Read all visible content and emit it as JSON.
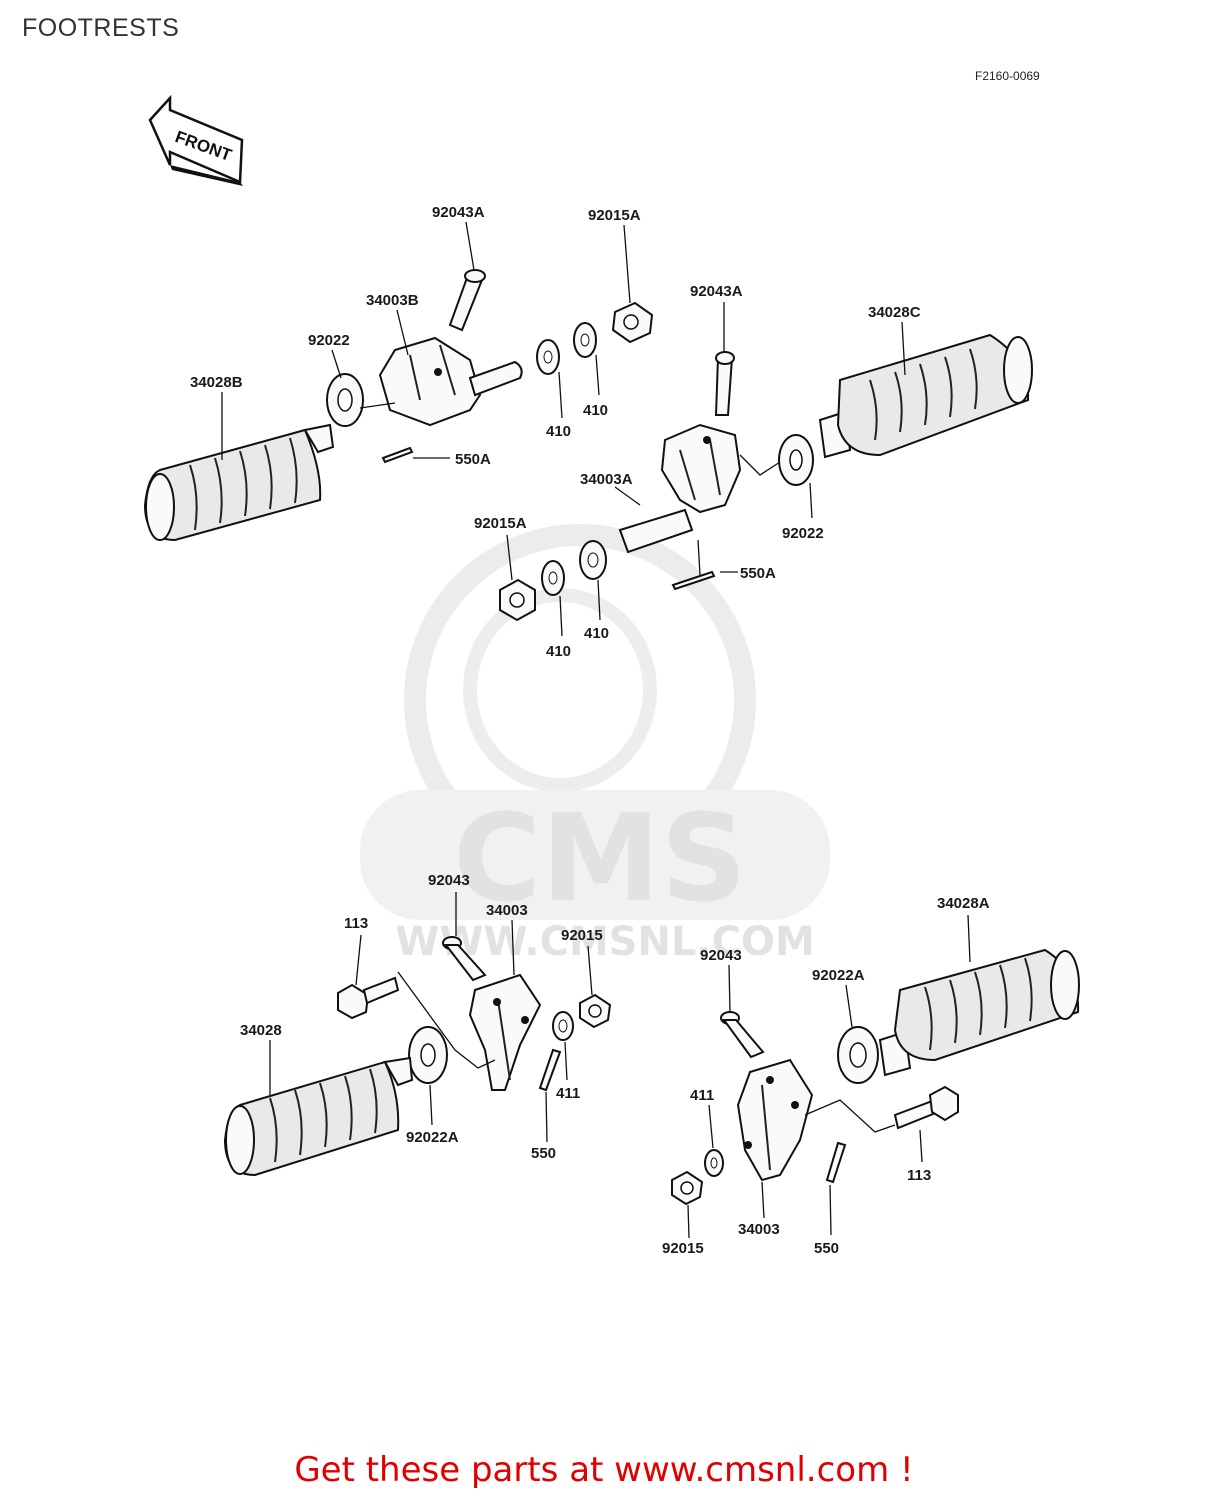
{
  "page_title": "FOOTRESTS",
  "diagram_code": "F2160-0069",
  "front_label": "FRONT",
  "watermark": {
    "brand": "CMS",
    "url": "WWW.CMSNL.COM"
  },
  "callouts": {
    "top_left_pin": "92043A",
    "top_nut": "92015A",
    "top_right_pin": "92043A",
    "top_left_bracket": "34003B",
    "top_right_peg": "34028C",
    "top_left_washer": "92022",
    "top_left_peg": "34028B",
    "top_washer_a": "410",
    "top_washer_b": "410",
    "top_left_cotter": "550A",
    "top_right_bracket": "34003A",
    "top_right_washer": "92022",
    "mid_nut": "92015A",
    "mid_cotter": "550A",
    "mid_washer_a": "410",
    "mid_washer_b": "410",
    "bl_pin": "92043",
    "bl_bracket": "34003",
    "bl_bolt": "113",
    "bl_nut": "92015",
    "br_pin": "92043",
    "br_peg": "34028A",
    "br_washer": "92022A",
    "bl_peg": "34028",
    "bl_washer": "92022A",
    "bl_washer_small": "411",
    "bl_cotter": "550",
    "br_washer_small": "411",
    "br_bolt": "113",
    "br_bracket": "34003",
    "br_nut": "92015",
    "br_cotter": "550"
  },
  "footer_text": "Get these parts at www.cmsnl.com !"
}
